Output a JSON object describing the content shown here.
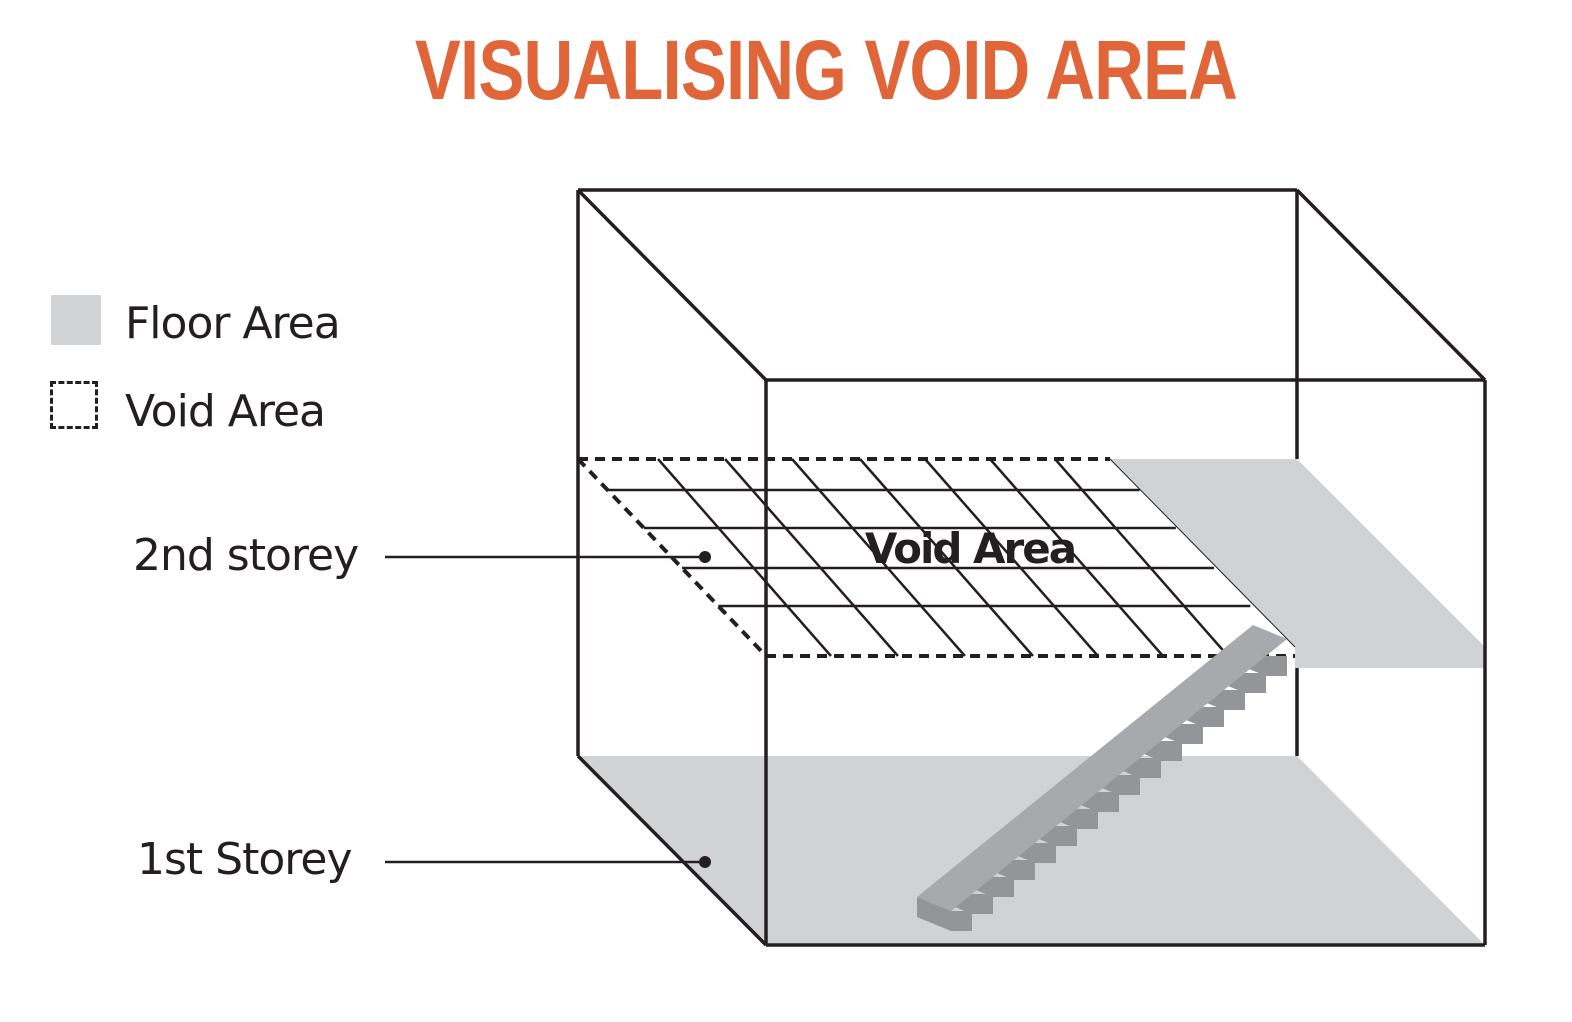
{
  "title": "VISUALISING VOID AREA",
  "legend": {
    "items": [
      {
        "label": "Floor Area",
        "icon": "filled-gray-square-icon"
      },
      {
        "label": "Void Area",
        "icon": "dashed-square-icon"
      }
    ]
  },
  "callouts": {
    "second_storey": "2nd storey",
    "first_storey": "1st Storey"
  },
  "void_label": "Void Area",
  "stair_steps": 16,
  "colors": {
    "title": "#e06539",
    "floor": "#d1d2d4",
    "line": "#231f20",
    "stair_tread": "#a7a9ac",
    "stair_riser": "#939598"
  }
}
